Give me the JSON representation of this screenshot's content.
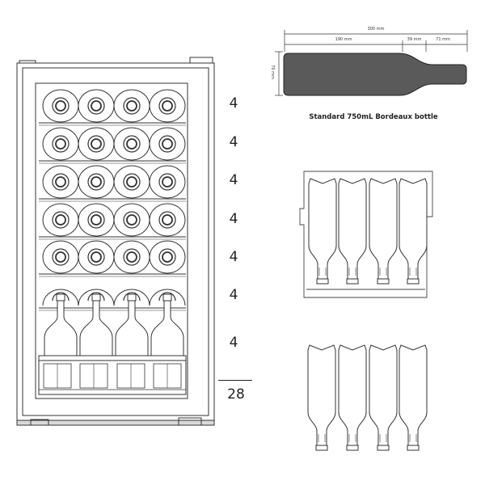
{
  "shelf_counts": [
    "4",
    "4",
    "4",
    "4",
    "4",
    "4",
    "4"
  ],
  "total_capacity": "28",
  "bottle": {
    "caption": "Standard 750mL Bordeaux bottle",
    "length_total": "300 mm",
    "length_body": "190 mm",
    "length_shoulder": "39 mm",
    "length_neck": "71 mm",
    "diameter": "70 mm"
  },
  "colors": {
    "line": "#333333",
    "bottle_fill": "#5a5a5a"
  }
}
